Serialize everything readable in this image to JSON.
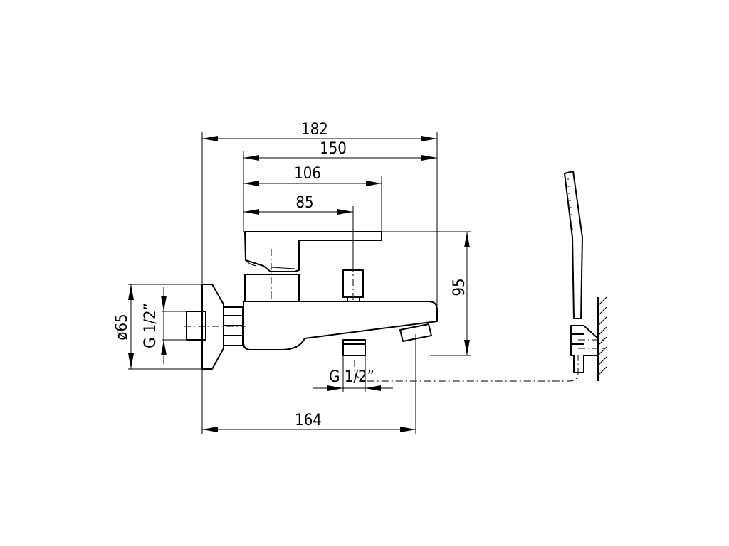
{
  "dimensions": {
    "overall_length": "182",
    "body_length": "150",
    "lever_length": "106",
    "outlet_offset": "85",
    "spout_reach": "164",
    "height": "95",
    "flange_diameter": "ø65",
    "inlet_thread": "G 1/2”",
    "outlet_thread": "G 1/2”"
  }
}
